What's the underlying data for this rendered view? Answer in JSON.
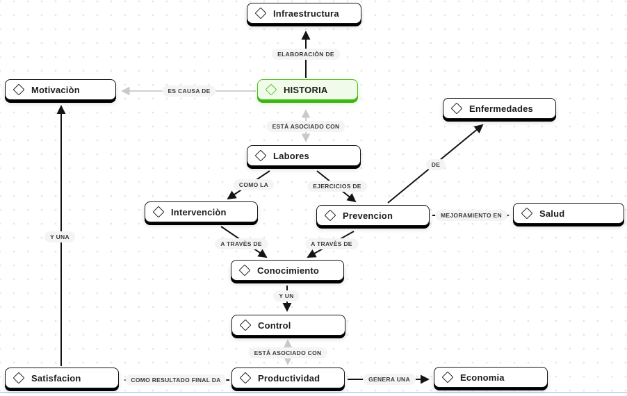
{
  "app": {
    "view": "concept-map-canvas"
  },
  "colors": {
    "background": "#ffffff",
    "grid_dot": "#e5e5e5",
    "node_border": "#141414",
    "node_shadow": "#000000",
    "node_text": "#1d1d1d",
    "highlight_border": "#4fc123",
    "highlight_fill": "#f1fbe9",
    "highlight_shadow": "#3eb512",
    "edge_black": "#141414",
    "edge_gray": "#c9c9c9",
    "label_bg": "#f4f4f4",
    "label_text": "#3a3a3a",
    "bottom_rule": "#ccd7ee"
  },
  "icons": {
    "node_icon": "diamond-outline-icon"
  },
  "nodes": [
    {
      "id": "infraestructura",
      "label": "Infraestructura",
      "highlighted": false
    },
    {
      "id": "historia",
      "label": "HISTORIA",
      "highlighted": true
    },
    {
      "id": "motivacion",
      "label": "Motivaciòn",
      "highlighted": false
    },
    {
      "id": "enfermedades",
      "label": "Enfermedades",
      "highlighted": false
    },
    {
      "id": "labores",
      "label": "Labores",
      "highlighted": false
    },
    {
      "id": "intervencion",
      "label": "Intervenciòn",
      "highlighted": false
    },
    {
      "id": "prevencion",
      "label": "Prevencion",
      "highlighted": false
    },
    {
      "id": "salud",
      "label": "Salud",
      "highlighted": false
    },
    {
      "id": "conocimiento",
      "label": "Conocimiento",
      "highlighted": false
    },
    {
      "id": "control",
      "label": "Control",
      "highlighted": false
    },
    {
      "id": "satisfacion",
      "label": "Satisfacion",
      "highlighted": false
    },
    {
      "id": "productividad",
      "label": "Productividad",
      "highlighted": false
    },
    {
      "id": "economia",
      "label": "Economia",
      "highlighted": false
    }
  ],
  "edges": [
    {
      "from": "historia",
      "to": "infraestructura",
      "label": "ELABORACIÒN DE",
      "color": "black",
      "heads": 1
    },
    {
      "from": "historia",
      "to": "motivacion",
      "label": "ES CAUSA DE",
      "color": "gray",
      "heads": 1
    },
    {
      "from": "historia",
      "to": "labores",
      "label": "ESTÁ ASOCIADO CON",
      "color": "gray",
      "heads": 2
    },
    {
      "from": "labores",
      "to": "intervencion",
      "label": "COMO LA",
      "color": "black",
      "heads": 1
    },
    {
      "from": "labores",
      "to": "prevencion",
      "label": "EJERCICIOS DE",
      "color": "black",
      "heads": 1
    },
    {
      "from": "prevencion",
      "to": "enfermedades",
      "label": "DE",
      "color": "black",
      "heads": 1
    },
    {
      "from": "prevencion",
      "to": "salud",
      "label": "MEJORAMIENTO EN",
      "color": "black",
      "heads": 1
    },
    {
      "from": "intervencion",
      "to": "conocimiento",
      "label": "A TRAVÈS DE",
      "color": "black",
      "heads": 1
    },
    {
      "from": "prevencion",
      "to": "conocimiento",
      "label": "A TRAVÈS DE",
      "color": "black",
      "heads": 1
    },
    {
      "from": "conocimiento",
      "to": "control",
      "label": "Y UN",
      "color": "black",
      "heads": 1
    },
    {
      "from": "control",
      "to": "productividad",
      "label": "ESTÁ ASOCIADO CON",
      "color": "gray",
      "heads": 2
    },
    {
      "from": "productividad",
      "to": "satisfacion",
      "label": "COMO RESULTADO FINAL DA",
      "color": "black",
      "heads": 1
    },
    {
      "from": "productividad",
      "to": "economia",
      "label": "GENERA UNA",
      "color": "black",
      "heads": 1
    },
    {
      "from": "satisfacion",
      "to": "motivacion",
      "label": "Y UNA",
      "color": "black",
      "heads": 1
    }
  ]
}
